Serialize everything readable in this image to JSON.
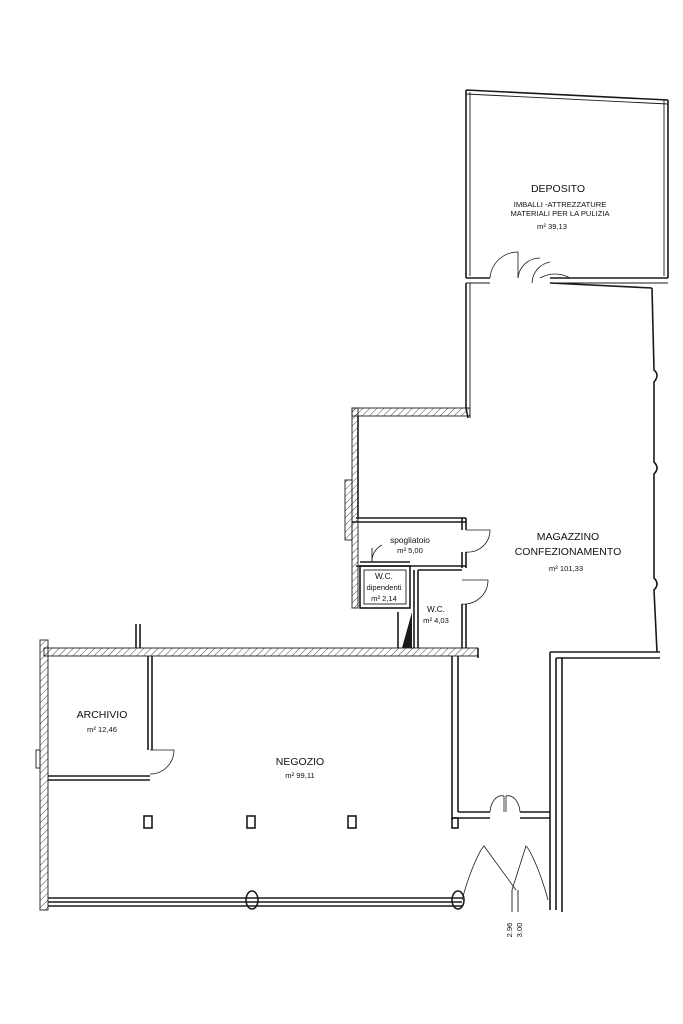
{
  "rooms": {
    "deposito": {
      "name": "DEPOSITO",
      "line2": "IMBALLI -ATTREZZATURE",
      "line3": "MATERIALI PER LA PULIZIA",
      "area": "m² 39,13"
    },
    "magazzino": {
      "name": "MAGAZZINO",
      "line2": "CONFEZIONAMENTO",
      "area": "m² 101,33"
    },
    "spogliatoio": {
      "name": "spogliatoio",
      "area": "m² 5,00"
    },
    "wc_dipendenti": {
      "name": "W.C.",
      "line2": "dipendenti",
      "area": "m² 2,14"
    },
    "wc": {
      "name": "W.C.",
      "area": "m² 4,03"
    },
    "archivio": {
      "name": "ARCHIVIO",
      "area": "m² 12,46"
    },
    "negozio": {
      "name": "NEGOZIO",
      "area": "m² 99,11"
    }
  },
  "dimensions": {
    "d1": "2.96",
    "d2": "3.00"
  }
}
